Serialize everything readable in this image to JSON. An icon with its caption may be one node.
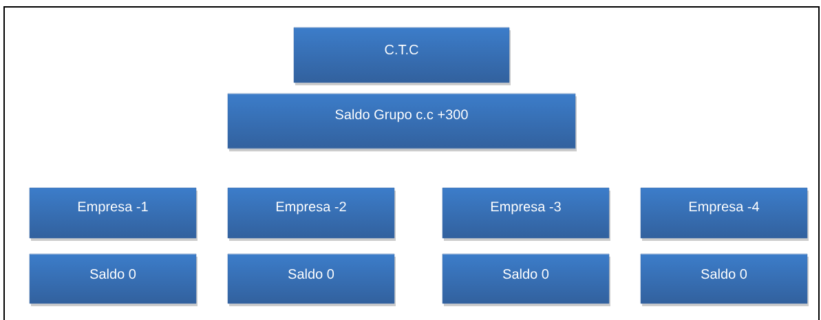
{
  "diagram": {
    "nodes": [
      {
        "text": [
          "C.T.C"
        ]
      },
      {
        "text": [
          "Saldo Grupo c.c +300"
        ]
      },
      {
        "text": [
          "Empresa -1"
        ]
      },
      {
        "text": [
          "Empresa -2"
        ]
      },
      {
        "text": [
          "Empresa -3"
        ]
      },
      {
        "text": [
          "Empresa -4"
        ]
      },
      {
        "text": [
          "Saldo 0"
        ]
      },
      {
        "text": [
          "Saldo 0"
        ]
      },
      {
        "text": [
          "Saldo 0"
        ]
      },
      {
        "text": [
          "Saldo 0"
        ]
      }
    ]
  }
}
